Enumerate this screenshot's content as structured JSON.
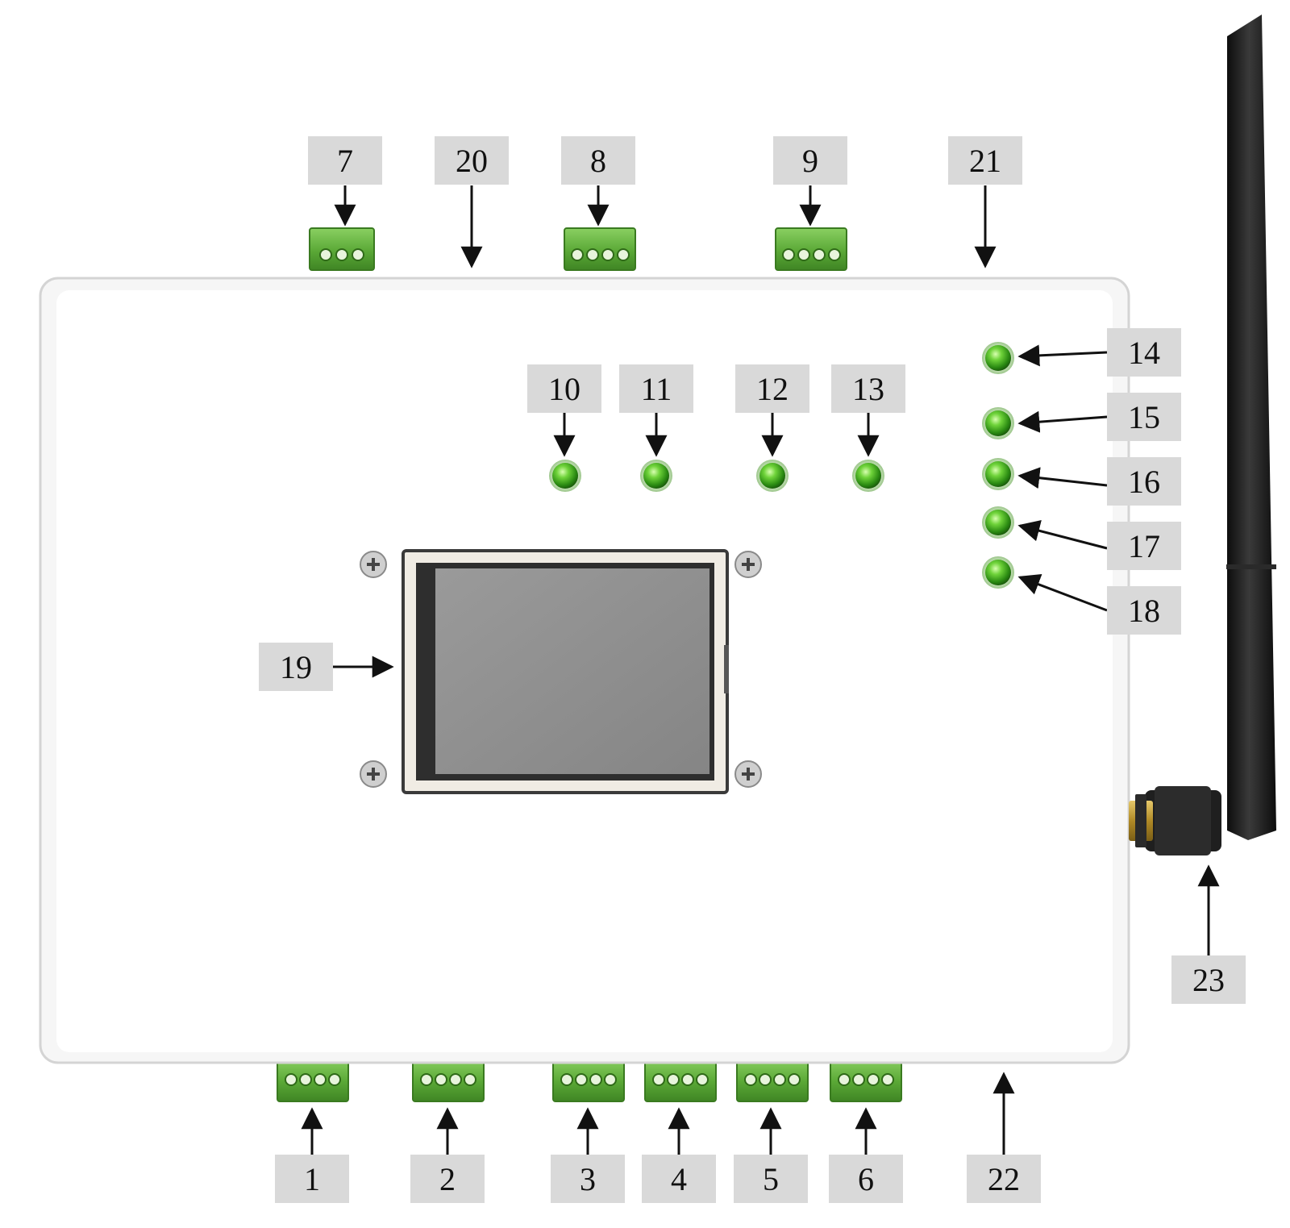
{
  "callouts": [
    {
      "id": "1",
      "text": "1"
    },
    {
      "id": "2",
      "text": "2"
    },
    {
      "id": "3",
      "text": "3"
    },
    {
      "id": "4",
      "text": "4"
    },
    {
      "id": "5",
      "text": "5"
    },
    {
      "id": "6",
      "text": "6"
    },
    {
      "id": "7",
      "text": "7"
    },
    {
      "id": "8",
      "text": "8"
    },
    {
      "id": "9",
      "text": "9"
    },
    {
      "id": "10",
      "text": "10"
    },
    {
      "id": "11",
      "text": "11"
    },
    {
      "id": "12",
      "text": "12"
    },
    {
      "id": "13",
      "text": "13"
    },
    {
      "id": "14",
      "text": "14"
    },
    {
      "id": "15",
      "text": "15"
    },
    {
      "id": "16",
      "text": "16"
    },
    {
      "id": "17",
      "text": "17"
    },
    {
      "id": "18",
      "text": "18"
    },
    {
      "id": "19",
      "text": "19"
    },
    {
      "id": "20",
      "text": "20"
    },
    {
      "id": "21",
      "text": "21"
    },
    {
      "id": "22",
      "text": "22"
    },
    {
      "id": "23",
      "text": "23"
    }
  ],
  "colors": {
    "enclosure": "#ffffff",
    "enclosure_edge": "#d9d9d9",
    "terminal_green": "#5fae3c",
    "led_green": "#3fae1f",
    "label_box": "#d9d9d9",
    "screen": "#8a8a8a",
    "antenna": "#1a1a1a",
    "connector_gold": "#c9a43a"
  }
}
